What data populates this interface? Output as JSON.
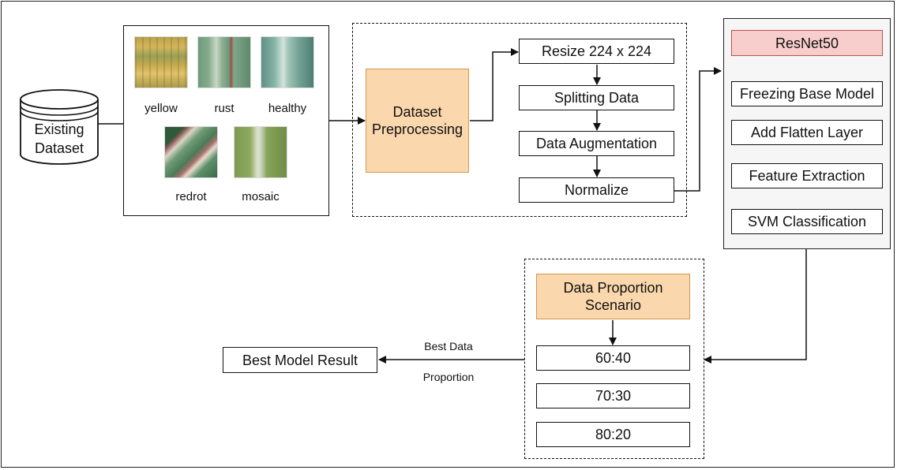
{
  "source": {
    "label": "Existing\nDataset"
  },
  "samples": [
    {
      "label": "yellow",
      "icon": "yellow-leaf-thumbnail"
    },
    {
      "label": "rust",
      "icon": "rust-leaf-thumbnail"
    },
    {
      "label": "healthy",
      "icon": "healthy-leaf-thumbnail"
    },
    {
      "label": "redrot",
      "icon": "redrot-leaf-thumbnail"
    },
    {
      "label": "mosaic",
      "icon": "mosaic-leaf-thumbnail"
    }
  ],
  "preprocessing": {
    "main": "Dataset\nPreprocessing",
    "steps": [
      "Resize 224 x 224",
      "Splitting Data",
      "Data Augmentation",
      "Normalize"
    ]
  },
  "model": {
    "title": "ResNet50",
    "steps": [
      "Freezing Base Model",
      "Add Flatten Layer",
      "Feature Extraction",
      "SVM Classification"
    ]
  },
  "proportion": {
    "title": "Data Proportion\nScenario",
    "options": [
      "60:40",
      "70:30",
      "80:20"
    ]
  },
  "result": {
    "label": "Best Model Result",
    "edge_label_top": "Best Data",
    "edge_label_bottom": "Proportion"
  },
  "colors": {
    "orange_fill": "#fad7ac",
    "orange_border": "#d29a4c",
    "pink_fill": "#f8cecc",
    "pink_border": "#b85450"
  }
}
